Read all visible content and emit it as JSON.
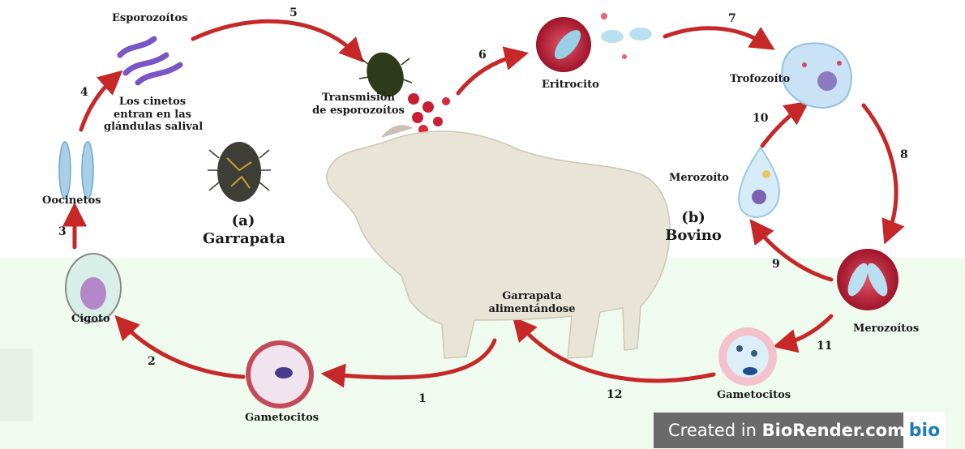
{
  "labels": {
    "esporozoitos": "Esporozoítos",
    "transmision_1": "Transmisión",
    "transmision_2": "de esporozoítos",
    "eritrocito": "Eritrocito",
    "trofozoito": "Trofozoíto",
    "cinetos_1": "Los cinetos",
    "cinetos_2": "entran en las",
    "cinetos_3": "glándulas salival",
    "oocinetos": "Oocinetos",
    "garrapata_a": "(a)",
    "garrapata": "Garrapata",
    "bovino_b": "(b)",
    "bovino": "Bovino",
    "merozoito": "Merozoíto",
    "merozoitos": "Merozoítos",
    "cigoto": "Cigoto",
    "garrapata_alim_1": "Garrapata",
    "garrapata_alim_2": "alimentándose",
    "gametocitos_left": "Gametocitos",
    "gametocitos_right": "Gametocitos"
  },
  "steps": [
    "1",
    "2",
    "3",
    "4",
    "5",
    "6",
    "7",
    "8",
    "9",
    "10",
    "11",
    "12"
  ],
  "watermark": {
    "prefix": "Created in ",
    "brand": "BioRender.com",
    "logo": "bio"
  },
  "colors": {
    "arrow": "#c62828",
    "background_band": "#effbee",
    "watermark_bg": "#6a6a6a"
  }
}
